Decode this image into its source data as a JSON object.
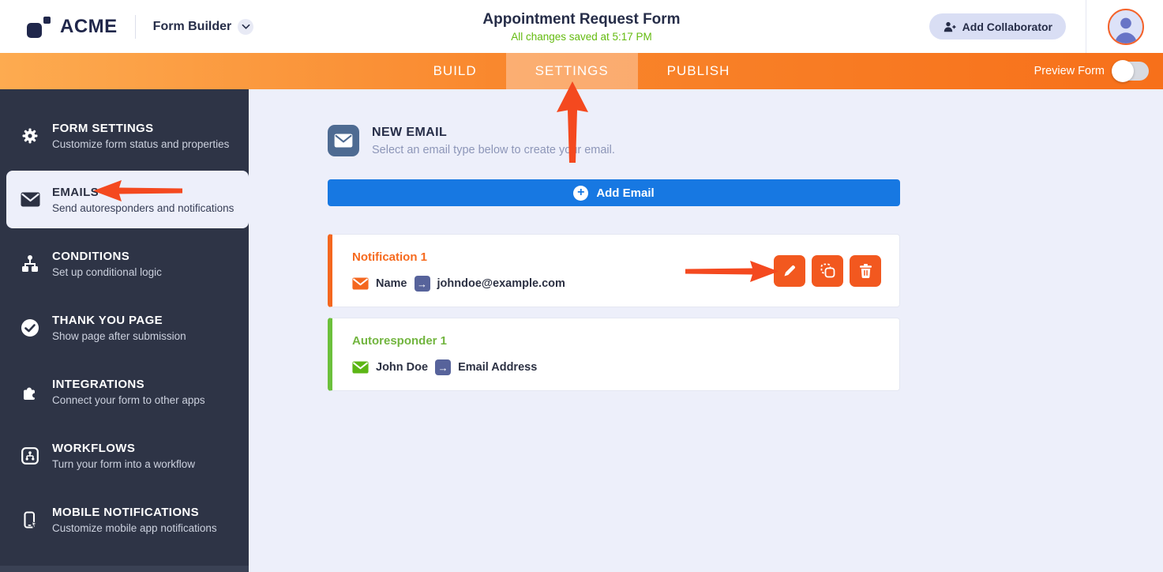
{
  "header": {
    "logo_text": "ACME",
    "product_label": "Form Builder",
    "form_title": "Appointment Request Form",
    "save_status": "All changes saved at 5:17 PM",
    "add_collaborator_label": "Add Collaborator"
  },
  "navbar": {
    "tabs": [
      {
        "label": "BUILD",
        "active": false
      },
      {
        "label": "SETTINGS",
        "active": true
      },
      {
        "label": "PUBLISH",
        "active": false
      }
    ],
    "preview_label": "Preview Form",
    "preview_toggle_state": "off"
  },
  "sidebar": {
    "items": [
      {
        "icon": "gear-icon",
        "label": "FORM SETTINGS",
        "description": "Customize form status and properties",
        "active": false
      },
      {
        "icon": "envelope-icon",
        "label": "EMAILS",
        "description": "Send autoresponders and notifications",
        "active": true
      },
      {
        "icon": "sitemap-icon",
        "label": "CONDITIONS",
        "description": "Set up conditional logic",
        "active": false
      },
      {
        "icon": "check-circle-icon",
        "label": "THANK YOU PAGE",
        "description": "Show page after submission",
        "active": false
      },
      {
        "icon": "puzzle-icon",
        "label": "INTEGRATIONS",
        "description": "Connect your form to other apps",
        "active": false
      },
      {
        "icon": "workflow-icon",
        "label": "WORKFLOWS",
        "description": "Turn your form into a workflow",
        "active": false
      },
      {
        "icon": "mobile-icon",
        "label": "MOBILE NOTIFICATIONS",
        "description": "Customize mobile app notifications",
        "active": false
      }
    ]
  },
  "main": {
    "section": {
      "title": "NEW EMAIL",
      "subtitle": "Select an email type below to create your email."
    },
    "add_email_label": "Add Email",
    "emails": [
      {
        "title": "Notification 1",
        "from_label": "Name",
        "to_label": "johndoe@example.com",
        "type": "notification",
        "actions": [
          "edit",
          "duplicate",
          "delete"
        ]
      },
      {
        "title": "Autoresponder 1",
        "from_label": "John Doe",
        "to_label": "Email Address",
        "type": "autoresponder",
        "actions": []
      }
    ]
  },
  "colors": {
    "navy": "#262d48",
    "orange_nav": "#f8832a",
    "orange_accent": "#f4671f",
    "orange_button": "#f2581f",
    "arrow_red_orange": "#f4491f",
    "green_success": "#64bb10",
    "green_accent": "#6cc03c",
    "blue_primary": "#1778e2",
    "sidebar_bg": "#2e3446",
    "page_bg": "#edeffa"
  }
}
